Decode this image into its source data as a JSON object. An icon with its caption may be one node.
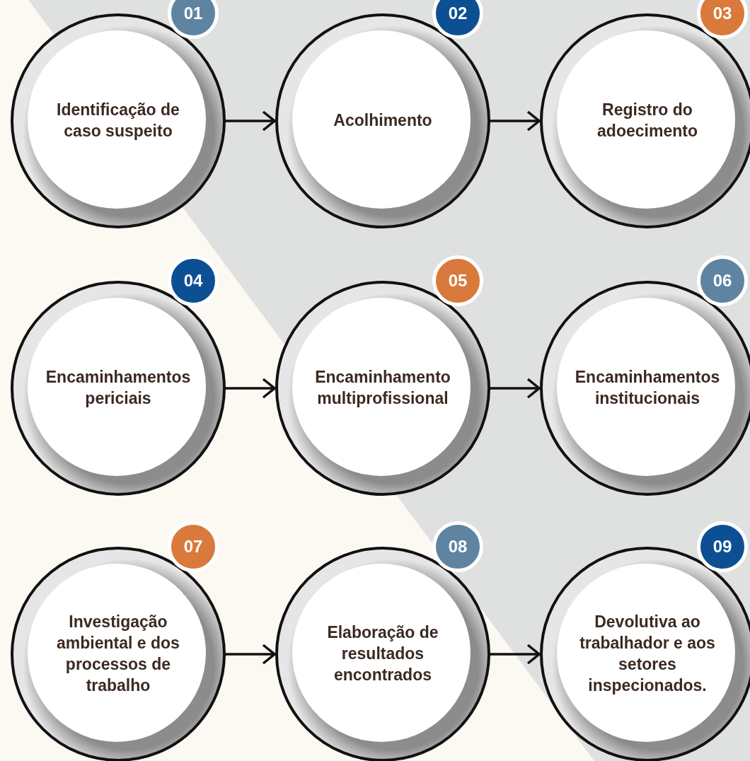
{
  "diagram": {
    "nodes": [
      {
        "text": [
          "Identificação de caso suspeito"
        ],
        "beside": [
          "01"
        ]
      },
      {
        "text": [
          "Acolhimento"
        ],
        "beside": [
          "02"
        ]
      },
      {
        "text": [
          "Registro do adoecimento"
        ],
        "beside": [
          "03"
        ]
      },
      {
        "text": [
          "Encaminhamentos periciais"
        ],
        "beside": [
          "04"
        ]
      },
      {
        "text": [
          "Encaminhamento multiprofissional"
        ],
        "beside": [
          "05"
        ]
      },
      {
        "text": [
          "Encaminhamentos institucionais"
        ],
        "beside": [
          "06"
        ]
      },
      {
        "text": [
          "Investigação ambiental e dos processos de trabalho"
        ],
        "beside": [
          "07"
        ]
      },
      {
        "text": [
          "Elaboração de resultados encontrados"
        ],
        "beside": [
          "08"
        ]
      },
      {
        "text": [
          "Devolutiva ao trabalhador e aos setores inspecionados."
        ],
        "beside": [
          "09"
        ]
      }
    ],
    "edges": [
      {
        "from": 0,
        "to": 1,
        "arrow": "to"
      },
      {
        "from": 1,
        "to": 2,
        "arrow": "to"
      },
      {
        "from": 3,
        "to": 4,
        "arrow": "to"
      },
      {
        "from": 4,
        "to": 5,
        "arrow": "to"
      },
      {
        "from": 6,
        "to": 7,
        "arrow": "to"
      },
      {
        "from": 7,
        "to": 8,
        "arrow": "to"
      }
    ]
  }
}
